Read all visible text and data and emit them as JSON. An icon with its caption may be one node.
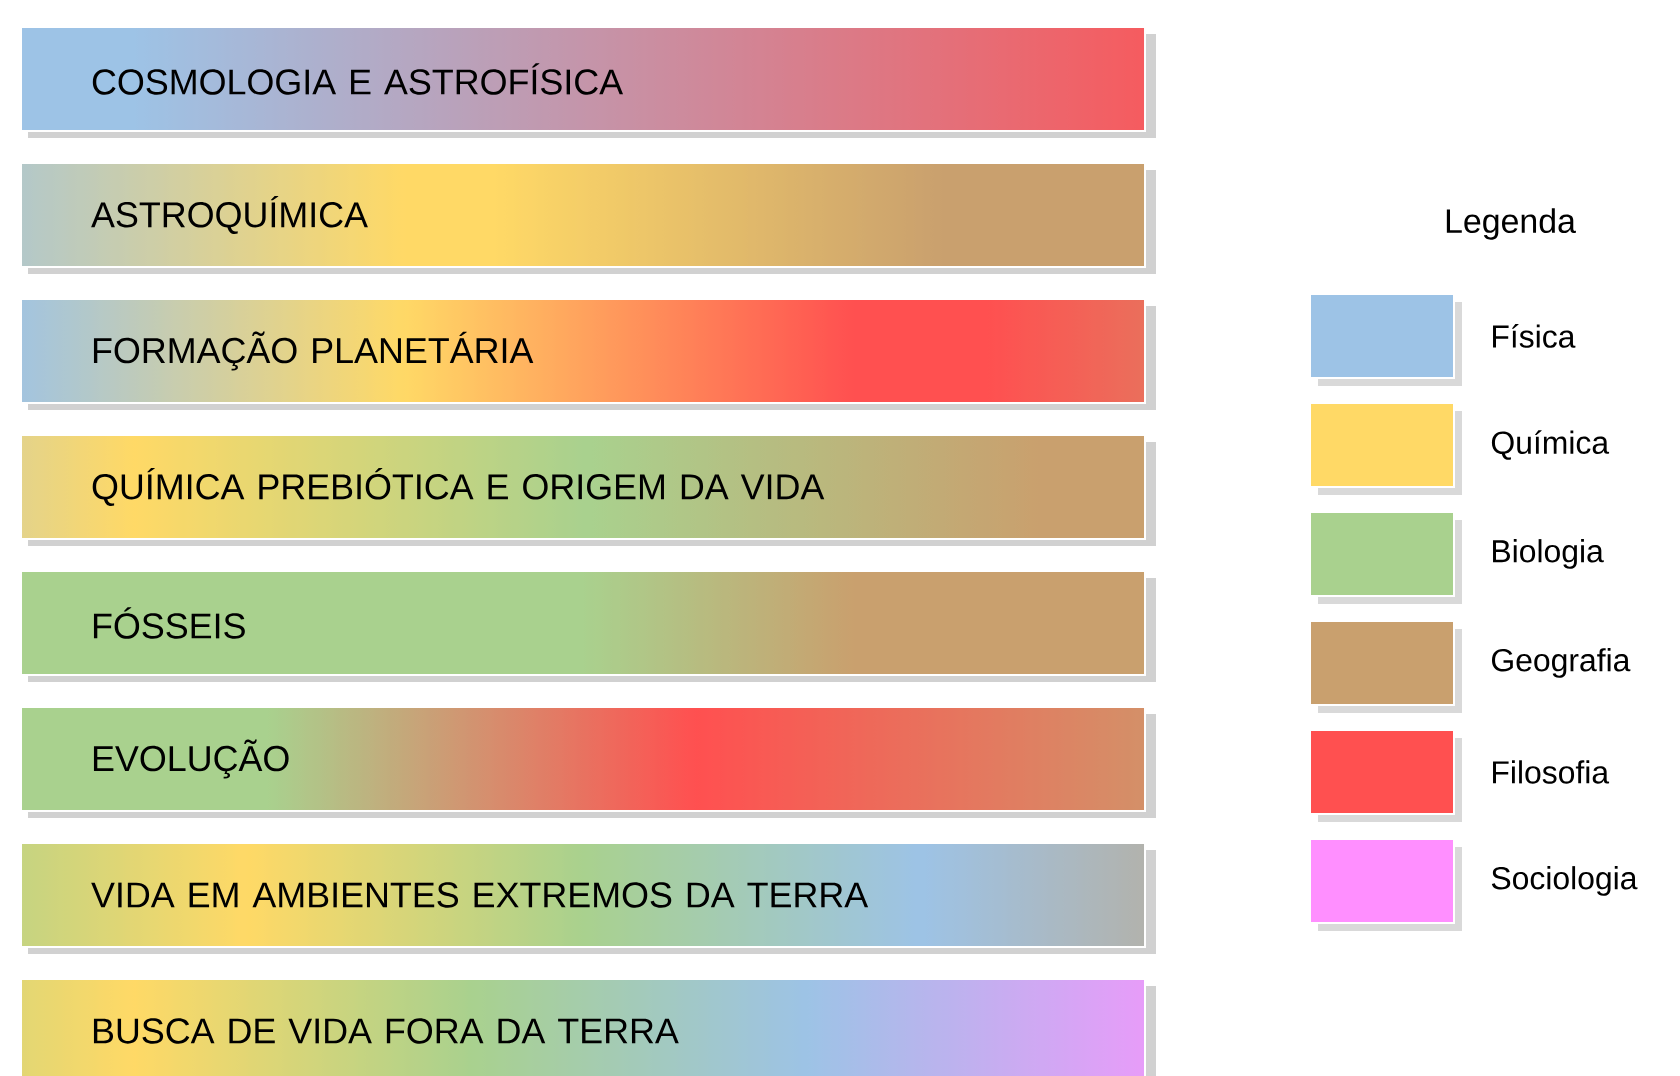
{
  "diagram": {
    "nodes": [
      {
        "text": [
          "COSMOLOGIA E ASTROFÍSICA"
        ]
      },
      {
        "text": [
          "ASTROQUÍMICA"
        ]
      },
      {
        "text": [
          "FORMAÇÃO PLANETÁRIA"
        ]
      },
      {
        "text": [
          "QUÍMICA PREBIÓTICA E ORIGEM DA VIDA"
        ]
      },
      {
        "text": [
          "FÓSSEIS"
        ]
      },
      {
        "text": [
          "EVOLUÇÃO"
        ]
      },
      {
        "text": [
          "VIDA EM AMBIENTES EXTREMOS DA TERRA"
        ]
      },
      {
        "text": [
          "BUSCA DE VIDA FORA DA TERRA"
        ]
      }
    ],
    "labels": [
      "Legenda"
    ],
    "legend": [
      {
        "text": "Física",
        "color": "#9dc3e6"
      },
      {
        "text": "Química",
        "color": "#ffd966"
      },
      {
        "text": "Biologia",
        "color": "#a9d18e"
      },
      {
        "text": "Geografia",
        "color": "#c9a06e"
      },
      {
        "text": "Filosofia",
        "color": "#ff5050"
      },
      {
        "text": "Sociologia",
        "color": "#ff8fff"
      }
    ]
  }
}
